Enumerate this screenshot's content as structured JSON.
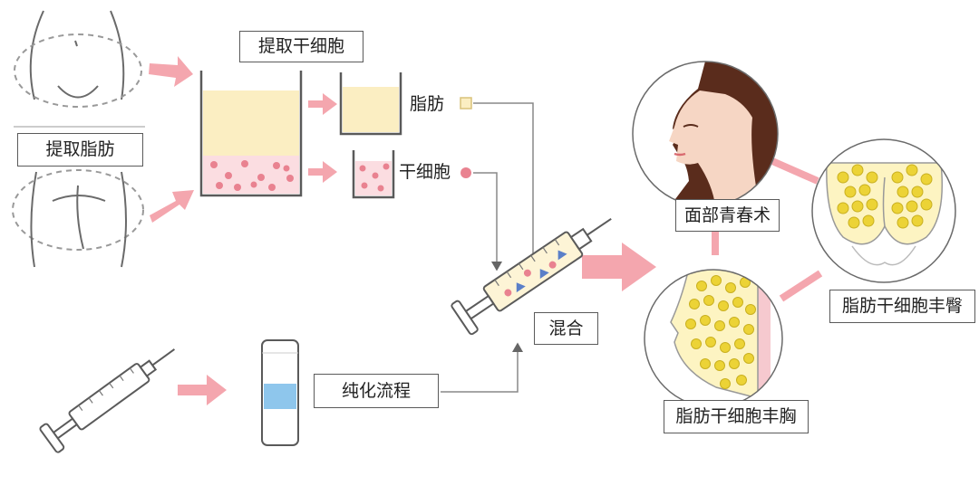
{
  "labels": {
    "extract_fat": "提取脂肪",
    "extract_stem_cells": "提取干细胞",
    "fat": "脂肪",
    "stem_cells": "干细胞",
    "purification": "纯化流程",
    "mixing": "混合",
    "facial_rejuvenation": "面部青春术",
    "buttock_augmentation": "脂肪干细胞丰臀",
    "breast_augmentation": "脂肪干细胞丰胸"
  },
  "colors": {
    "fat": "#fbeec2",
    "stem_cell_layer": "#fbdde1",
    "stem_cell_dot": "#e98290",
    "arrow": "#f4a6ae",
    "purified_layer": "#8ec6ec",
    "fat_globule": "#ecd336",
    "outline": "#5a5a5a"
  },
  "icons": {
    "abdomen": "abdomen-outline-icon",
    "back": "back-outline-icon",
    "face": "woman-face-icon",
    "buttock": "buttock-icon",
    "breast": "breast-icon",
    "syringe": "syringe-icon"
  }
}
